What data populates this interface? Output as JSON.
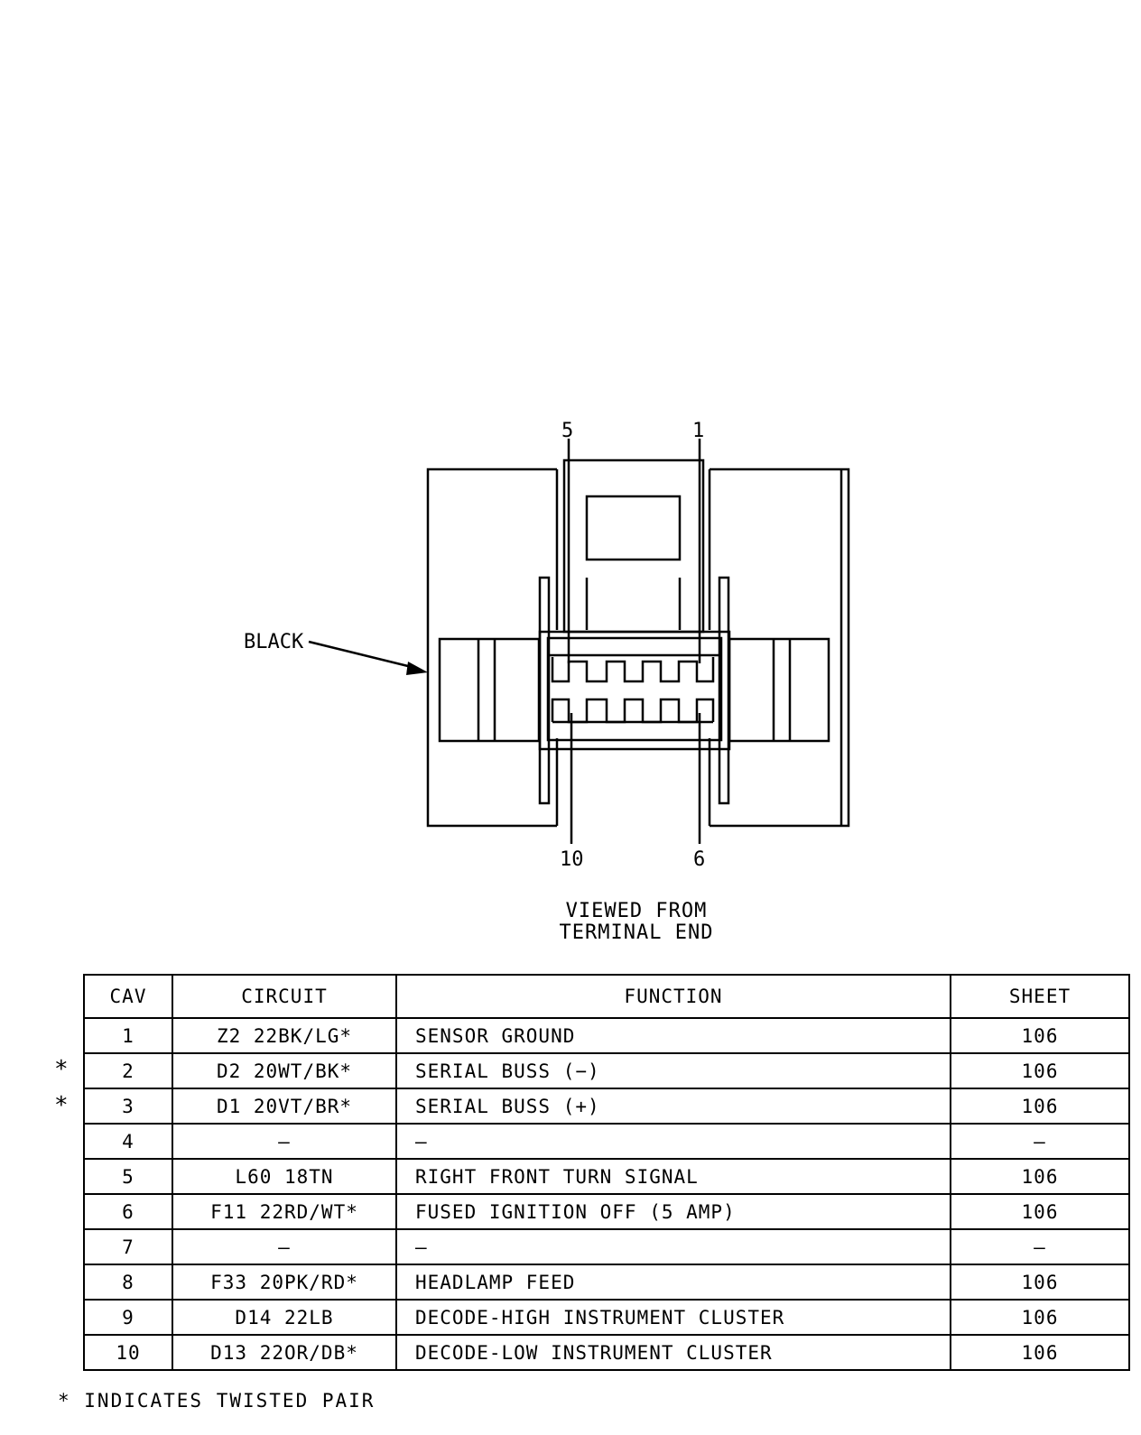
{
  "diagram": {
    "pin_labels": {
      "top_left": "5",
      "top_right": "1",
      "bottom_left": "10",
      "bottom_right": "6"
    },
    "color_label": "BLACK",
    "caption_line1": "VIEWED FROM",
    "caption_line2": "TERMINAL END"
  },
  "table": {
    "headers": {
      "cav": "CAV",
      "circuit": "CIRCUIT",
      "function": "FUNCTION",
      "sheet": "SHEET"
    },
    "rows": [
      {
        "cav": "1",
        "circuit": "Z2 22BK/LG*",
        "function": "SENSOR GROUND",
        "sheet": "106",
        "marker": ""
      },
      {
        "cav": "2",
        "circuit": "D2 20WT/BK*",
        "function": "SERIAL BUSS (−)",
        "sheet": "106",
        "marker": "*"
      },
      {
        "cav": "3",
        "circuit": "D1 20VT/BR*",
        "function": "SERIAL BUSS (+)",
        "sheet": "106",
        "marker": "*"
      },
      {
        "cav": "4",
        "circuit": "—",
        "function": "—",
        "sheet": "—",
        "marker": ""
      },
      {
        "cav": "5",
        "circuit": "L60 18TN",
        "function": "RIGHT FRONT TURN SIGNAL",
        "sheet": "106",
        "marker": ""
      },
      {
        "cav": "6",
        "circuit": "F11 22RD/WT*",
        "function": "FUSED IGNITION OFF (5 AMP)",
        "sheet": "106",
        "marker": ""
      },
      {
        "cav": "7",
        "circuit": "—",
        "function": "—",
        "sheet": "—",
        "marker": ""
      },
      {
        "cav": "8",
        "circuit": "F33 20PK/RD*",
        "function": "HEADLAMP FEED",
        "sheet": "106",
        "marker": ""
      },
      {
        "cav": "9",
        "circuit": "D14 22LB",
        "function": "DECODE-HIGH INSTRUMENT CLUSTER",
        "sheet": "106",
        "marker": ""
      },
      {
        "cav": "10",
        "circuit": "D13 22OR/DB*",
        "function": "DECODE-LOW INSTRUMENT CLUSTER",
        "sheet": "106",
        "marker": ""
      }
    ]
  },
  "footnote": "* INDICATES TWISTED PAIR"
}
